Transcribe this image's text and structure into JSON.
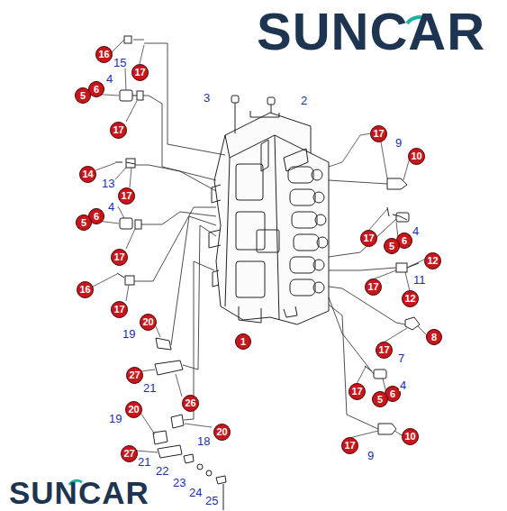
{
  "diagram": {
    "nodes": [
      {
        "text": [
          "16"
        ]
      },
      {
        "text": [
          "17"
        ]
      },
      {
        "text": [
          "6"
        ]
      },
      {
        "text": [
          "5"
        ]
      },
      {
        "text": [
          "17"
        ]
      },
      {
        "text": [
          "17"
        ]
      },
      {
        "text": [
          "10"
        ]
      },
      {
        "text": [
          "14"
        ]
      },
      {
        "text": [
          "17"
        ]
      },
      {
        "text": [
          "6"
        ]
      },
      {
        "text": [
          "5"
        ]
      },
      {
        "text": [
          "17"
        ]
      },
      {
        "text": [
          "6"
        ]
      },
      {
        "text": [
          "5"
        ]
      },
      {
        "text": [
          "17"
        ]
      },
      {
        "text": [
          "12"
        ]
      },
      {
        "text": [
          "17"
        ]
      },
      {
        "text": [
          "16"
        ]
      },
      {
        "text": [
          "12"
        ]
      },
      {
        "text": [
          "17"
        ]
      },
      {
        "text": [
          "20"
        ]
      },
      {
        "text": [
          "8"
        ]
      },
      {
        "text": [
          "1"
        ]
      },
      {
        "text": [
          "17"
        ]
      },
      {
        "text": [
          "27"
        ]
      },
      {
        "text": [
          "17"
        ]
      },
      {
        "text": [
          "6"
        ]
      },
      {
        "text": [
          "5"
        ]
      },
      {
        "text": [
          "26"
        ]
      },
      {
        "text": [
          "20"
        ]
      },
      {
        "text": [
          "20"
        ]
      },
      {
        "text": [
          "10"
        ]
      },
      {
        "text": [
          "17"
        ]
      },
      {
        "text": [
          "27"
        ]
      }
    ],
    "labels": [
      "SUNCAR",
      "15",
      "4",
      "3",
      "2",
      "9",
      "13",
      "4",
      "4",
      "11",
      "19",
      "7",
      "4",
      "21",
      "19",
      "18",
      "9",
      "21",
      "22",
      "23",
      "24",
      "25",
      "SUNCAR"
    ]
  }
}
